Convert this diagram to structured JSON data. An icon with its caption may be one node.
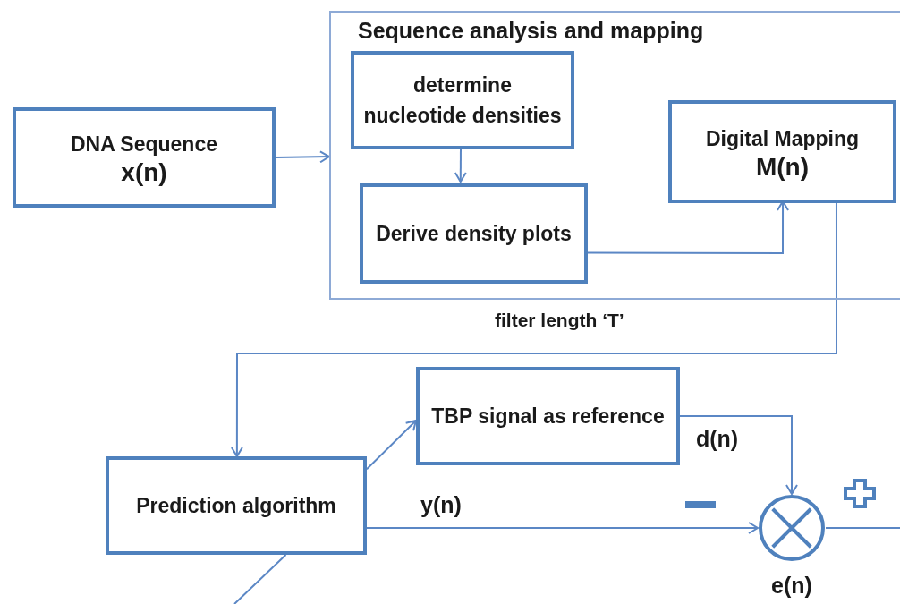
{
  "diagram": {
    "nodes": [
      {
        "text": [
          "DNA Sequence",
          "x(n)"
        ]
      },
      {
        "text": [
          "Sequence analysis and mapping"
        ]
      },
      {
        "text": [
          "determine nucleotide densities"
        ],
        "in": 1
      },
      {
        "text": [
          "Derive density plots"
        ],
        "in": 1
      },
      {
        "text": [
          "Digital Mapping",
          "M(n)"
        ],
        "in": 1
      },
      {
        "text": [
          "TBP signal as reference"
        ]
      },
      {
        "text": [
          "Prediction algorithm"
        ]
      },
      {
        "text": [],
        "shape": "circle",
        "beside": [
          "e(n)"
        ]
      }
    ],
    "edges": [
      {
        "from": 0,
        "to": 1,
        "arrow": "to"
      },
      {
        "from": 2,
        "to": 3,
        "arrow": "to"
      },
      {
        "from": 3,
        "to": 4,
        "arrow": "to"
      },
      {
        "from": 4,
        "to": 6,
        "arrow": "to"
      },
      {
        "from": 6,
        "to": 5,
        "arrow": "to"
      },
      {
        "from": 5,
        "to": 7,
        "arrow": "to",
        "label": "d(n)"
      },
      {
        "from": 6,
        "to": 7,
        "arrow": "to",
        "label": "y(n)"
      },
      {
        "from": 7,
        "to": null,
        "arrow": "none"
      },
      {
        "from": 6,
        "to": null,
        "arrow": "none"
      }
    ],
    "labels": [
      "filter length ‘T’"
    ]
  }
}
